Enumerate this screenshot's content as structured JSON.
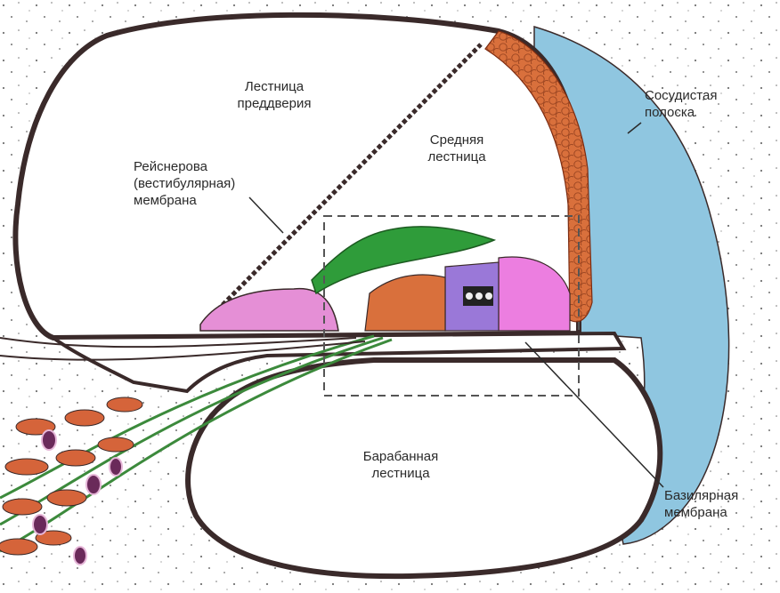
{
  "labels": {
    "vestibular_scale": "Лестница\nпреддверия",
    "reissner_membrane": "Рейснерова\n(вестибулярная)\nмембрана",
    "middle_scale": "Средняя\nлестница",
    "stria_vascularis": "Сосудистая\nполоска",
    "tympanic_scale": "Барабанная\nлестница",
    "basilar_membrane": "Базилярная\nмембрана"
  },
  "colors": {
    "outline": "#3a2a2a",
    "stria": "#d9703c",
    "ligament": "#8fc6e0",
    "tectorial": "#2f9c3a",
    "limbus": "#e58fd6",
    "organ_pink": "#ec7ee0",
    "organ_purple": "#9a78d8",
    "nerve_orange": "#d5643a",
    "nerve_green": "#3c8a3c",
    "ganglion_purple": "#6a2a5a",
    "dashed_box": "#555555"
  }
}
